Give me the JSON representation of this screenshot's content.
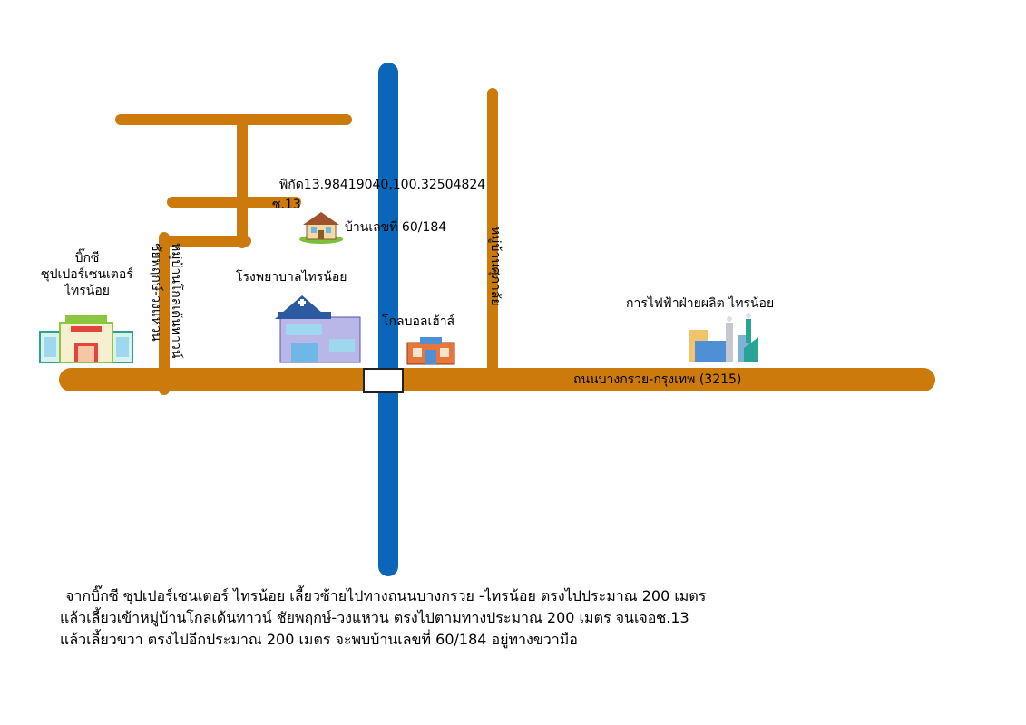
{
  "labels": {
    "coordinates": "พิกัด13.98419040,100.32504824",
    "soi": "ซ.13",
    "house": "บ้านเลขที่ 60/184",
    "supermarket": "บิ๊กซี\nซุปเปอร์เซนเตอร์\nไทรน้อย",
    "hospital": "โรงพยาบาลไทรน้อย",
    "golden_house": "โกลบอลเฮ้าส์",
    "power_plant": "การไฟฟ้าฝ่ายผลิต ไทรน้อย",
    "main_road": "ถนนบางกรวย-กรุงเทพ (3215)",
    "left_road_a": "ชัยพฤกษ์-วงแหวน",
    "left_road_b": "หมู่บ้านโกลเด้นทาวน์",
    "right_road": "หมู่บ้านศุภาลัย"
  },
  "directions": [
    "จากบิ๊กซี ซุปเปอร์เซนเตอร์ ไทรน้อย เลี้ยวซ้ายไปทางถนนบางกรวย -ไทรน้อย ตรงไปประมาณ 200 เมตร",
    "แล้วเลี้ยวเข้าหมู่บ้านโกลเด้นทาวน์ ชัยพฤกษ์-วงแหวน ตรงไปตามทางประมาณ 200 เมตร จนเจอซ.13",
    "แล้วเลี้ยวขวา ตรงไปอีกประมาณ 200 เมตร จะพบบ้านเลขที่ 60/184 อยู่ทางขวามือ"
  ],
  "colors": {
    "road": "#cc7a0c",
    "river": "#0a66b8",
    "bridge": "#ffffff"
  },
  "icons": [
    "house-icon",
    "supermarket-icon",
    "hospital-icon",
    "store-icon",
    "factory-icon"
  ]
}
